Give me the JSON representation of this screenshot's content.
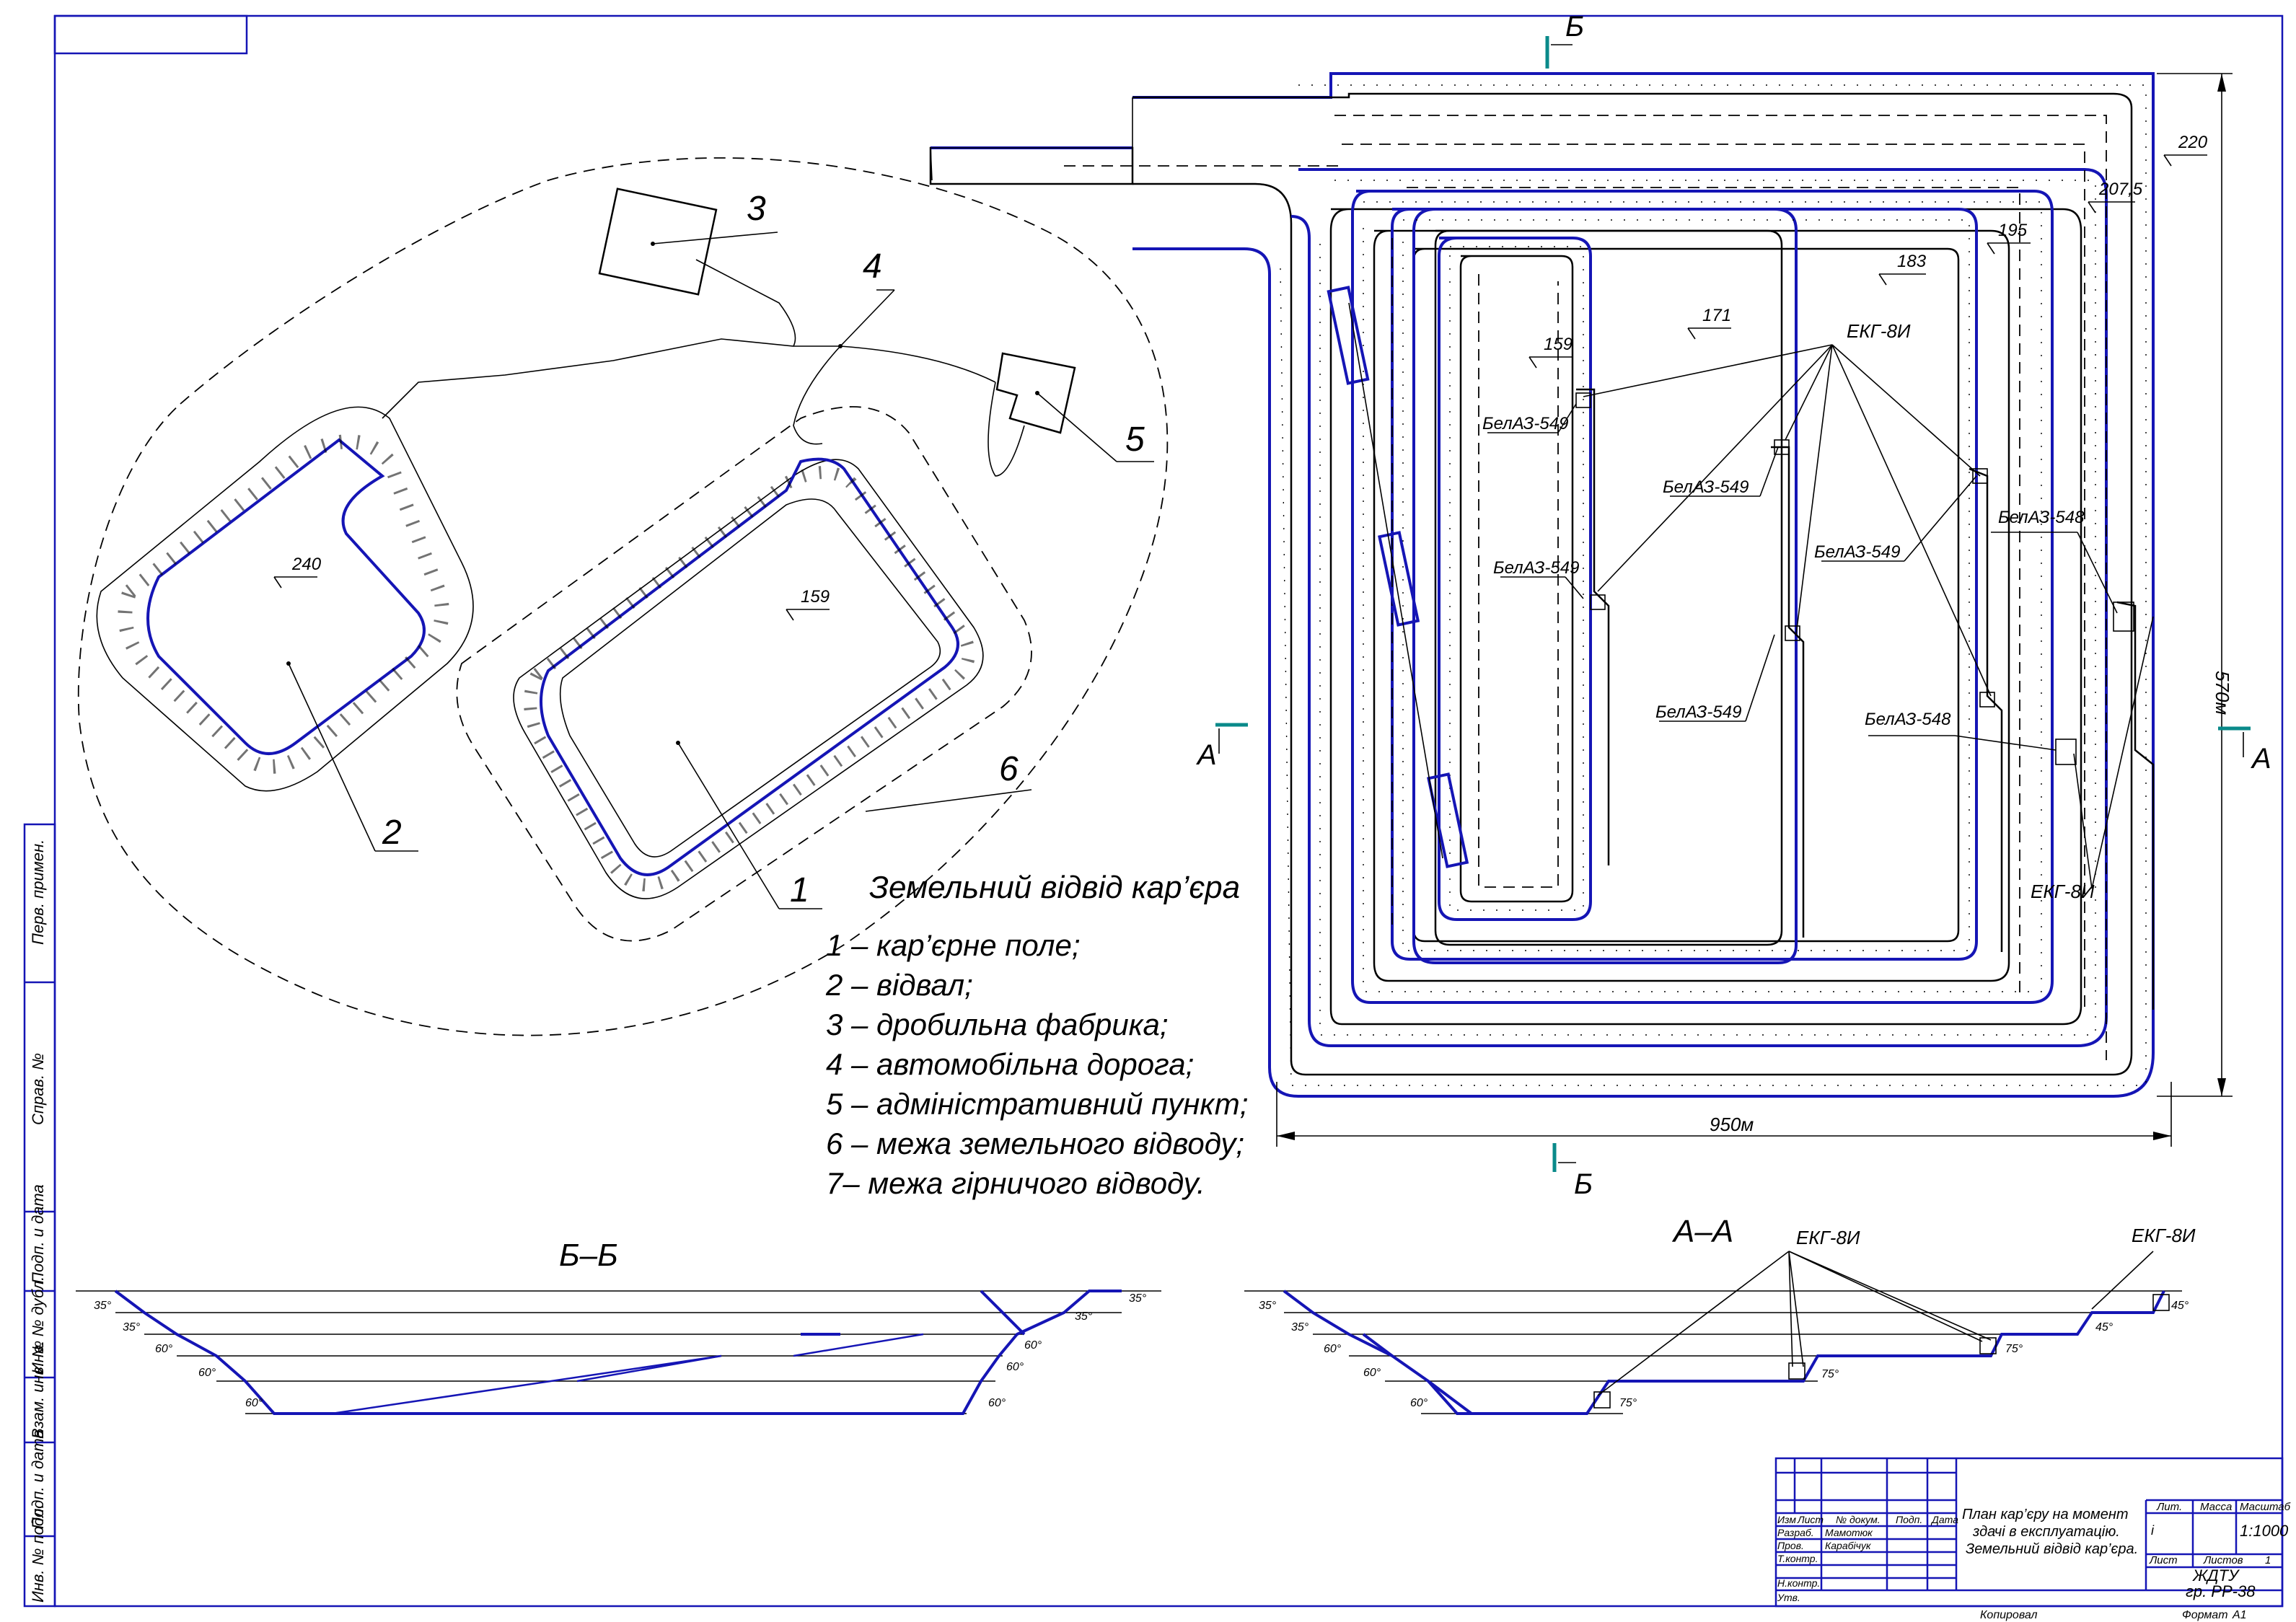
{
  "legend": {
    "title": "Земельний відвід кар’єра",
    "items": [
      "1 – кар’єрне поле;",
      "2 – відвал;",
      "3 – дробильна фабрика;",
      "4 – автомобільна дорога;",
      "5 – адміністративний пункт;",
      "6 – межа земельного відводу;",
      "7– межа гірничого відводу."
    ]
  },
  "site_plan": {
    "callouts": [
      "1",
      "2",
      "3",
      "4",
      "5",
      "6"
    ],
    "dump_elevation": "240",
    "pit_elevation": "159"
  },
  "pit_plan": {
    "bench_elevations": [
      "220",
      "207,5",
      "195",
      "183",
      "171",
      "159"
    ],
    "dimension_width": "950м",
    "dimension_height": "570м",
    "equipment": {
      "excavator": "ЕКГ-8И",
      "truck_549": "БелАЗ-549",
      "truck_548": "БелАЗ-548"
    },
    "section_marks": {
      "a": "А",
      "b": "Б"
    }
  },
  "sections": {
    "bb_title": "Б–Б",
    "aa_title": "А–А",
    "excavator_label": "ЕКГ-8И",
    "bb_left_angles": [
      "35°",
      "35°",
      "60°",
      "60°",
      "60°"
    ],
    "bb_right_angles": [
      "35°",
      "35°",
      "60°",
      "60°",
      "60°"
    ],
    "aa_left_angles": [
      "35°",
      "35°",
      "60°",
      "60°",
      "60°"
    ],
    "aa_right_angles": [
      "45°",
      "45°",
      "75°",
      "75°",
      "75°"
    ]
  },
  "side_stamp": [
    "Перв. примен.",
    "Справ. №",
    "Подп. и дата",
    "Инв. № дубл.",
    "Взам. инв. №",
    "Подп. и дата",
    "Инв. № подл."
  ],
  "title_block": {
    "drawing_title": [
      "План кар’єру на момент",
      "здачі в експлуатацію.",
      "Земельний відвід кар’єра."
    ],
    "col_headers": [
      "Изм",
      "Лист",
      "№ докум.",
      "Подп.",
      "Дата"
    ],
    "roles": [
      {
        "role": "Разраб.",
        "name": "Мамотюк"
      },
      {
        "role": "Пров.",
        "name": "Карабічук"
      },
      {
        "role": "Т.контр.",
        "name": ""
      },
      {
        "role": "",
        "name": ""
      },
      {
        "role": "Н.контр.",
        "name": ""
      },
      {
        "role": "Утв.",
        "name": ""
      }
    ],
    "lit_label": "Лит.",
    "mass_label": "Масса",
    "scale_label": "Масштаб",
    "lit_value": "i",
    "scale_value": "1:1000",
    "sheet_label": "Лист",
    "sheets_label": "Листов",
    "sheets_value": "1",
    "org_line1": "ЖДТУ",
    "org_line2": "гр. РР-38",
    "copied_label": "Копировал",
    "format_label": "Формат",
    "format_value": "А1"
  }
}
